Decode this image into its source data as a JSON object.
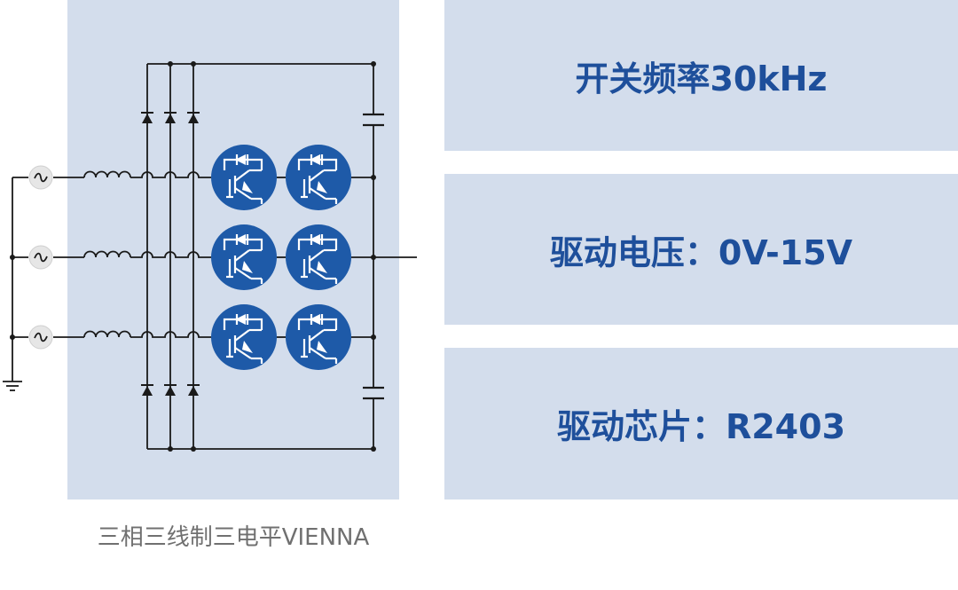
{
  "caption": "三相三线制三电平VIENNA",
  "specs": [
    {
      "label": "开关频率30kHz"
    },
    {
      "label": "驱动电压：0V-15V"
    },
    {
      "label": "驱动芯片：R2403"
    }
  ],
  "colors": {
    "panel_bg": "#d3ddec",
    "accent_text": "#1e4f9b",
    "switch_fill": "#1e5aa8",
    "caption_text": "#707070"
  },
  "icons": [
    "ac-source-icon",
    "inductor-icon",
    "diode-icon",
    "capacitor-icon",
    "igbt-switch-icon",
    "ground-icon"
  ]
}
